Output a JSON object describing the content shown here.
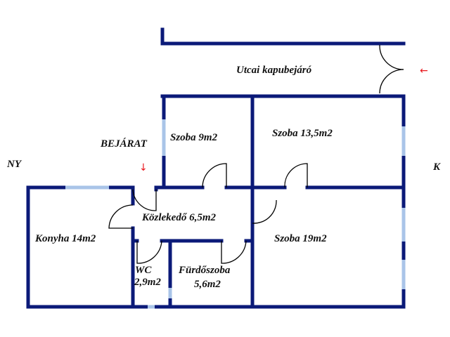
{
  "colors": {
    "wall": "#0b1a78",
    "window": "#a9c4e8",
    "door": "#000000",
    "arrow": "#e8141a"
  },
  "labels": {
    "street_gate": "Utcai kapubejáró",
    "entrance": "BEJÁRAT",
    "west": "NY",
    "east": "K",
    "room_9": "Szoba 9m2",
    "room_13": "Szoba 13,5m2",
    "hallway": "Közlekedő 6,5m2",
    "kitchen": "Konyha 14m2",
    "room_19": "Szoba 19m2",
    "wc_name": "WC",
    "wc_area": "2,9m2",
    "bath_name": "Fürdőszoba",
    "bath_area": "5,6m2"
  },
  "icons": {
    "entrance_arrow": "↓",
    "gate_arrow": "←"
  }
}
